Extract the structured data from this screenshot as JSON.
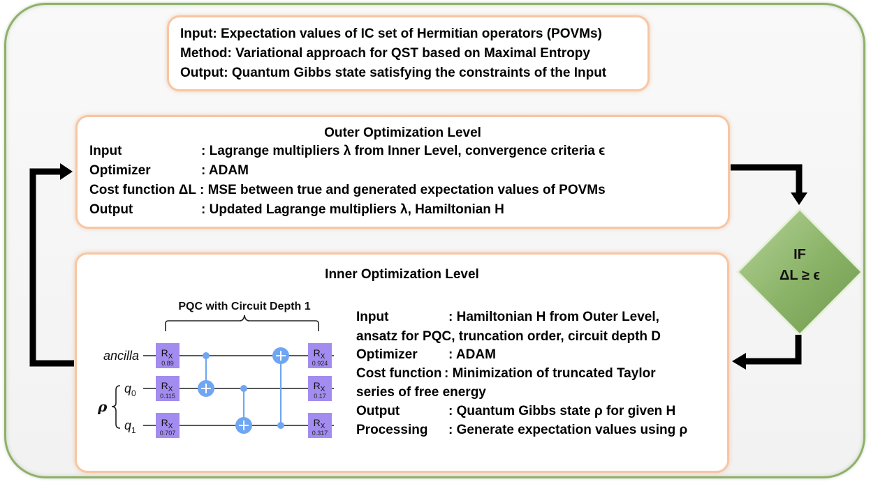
{
  "summary": {
    "input": "Input: Expectation values of IC set of Hermitian operators (POVMs)",
    "method": "Method: Variational approach for QST based on Maximal Entropy",
    "output": "Output: Quantum Gibbs state satisfying the constraints of the Input"
  },
  "outer_level": {
    "title": "Outer Optimization Level",
    "rows": [
      {
        "label": "Input",
        "value": ": Lagrange multipliers λ from Inner Level, convergence criteria ϵ"
      },
      {
        "label": "Optimizer",
        "value": ": ADAM"
      },
      {
        "label": "Cost function ΔL",
        "value": ": MSE between true and generated expectation values of POVMs"
      },
      {
        "label": "Output",
        "value": ": Updated Lagrange multipliers λ, Hamiltonian H"
      }
    ]
  },
  "decision": {
    "line1": "IF",
    "line2": "ΔL ≥  ϵ",
    "color": "#8db56a"
  },
  "inner_level": {
    "title": "Inner Optimization Level",
    "circuit": {
      "title": "PQC with Circuit Depth 1",
      "rho": "ρ",
      "qubits": [
        "ancilla",
        "q",
        "q"
      ],
      "subscripts": [
        "",
        "0",
        "1"
      ],
      "gate_label": "R",
      "gate_sub": "X",
      "gate_color": "#a38cf0",
      "first_layer": [
        "0.89",
        "0.115",
        "0.707"
      ],
      "last_layer": [
        "0.924",
        "0.17",
        "0.317"
      ],
      "cnot_color": "#6fa6f3"
    },
    "rows": [
      {
        "label": "Input",
        "value": ": Hamiltonian H from Outer Level,"
      },
      {
        "label": "",
        "value": "ansatz for PQC, truncation order, circuit depth D"
      },
      {
        "label": "Optimizer",
        "value": ": ADAM"
      },
      {
        "label": "Cost function",
        "value": ": Minimization of truncated Taylor"
      },
      {
        "label": "",
        "value": "series of free energy"
      },
      {
        "label": "Output",
        "value": ": Quantum Gibbs state ρ for given H"
      },
      {
        "label": "Processing",
        "value": ": Generate expectation values using ρ"
      }
    ]
  }
}
